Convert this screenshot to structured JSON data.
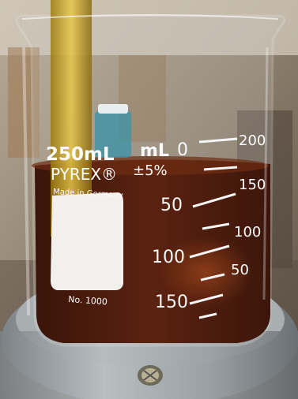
{
  "beaker": {
    "capacity_label": "250mL",
    "brand": "PYREX®",
    "origin": "Made in Germany",
    "catalog_no": "No. 1000",
    "unit_label": "mL",
    "zero_label": "0",
    "tolerance": "±5%",
    "front_scale": [
      "50",
      "100",
      "150"
    ],
    "side_scale": [
      "200",
      "150",
      "100",
      "50"
    ]
  },
  "colors": {
    "liquid": "#4a1a0c",
    "liquid_highlight": "#8a3a1a",
    "hotplate": "#9aa0a3",
    "glass_print": "#f5f5f5",
    "stir_rod": "#c8a020"
  }
}
